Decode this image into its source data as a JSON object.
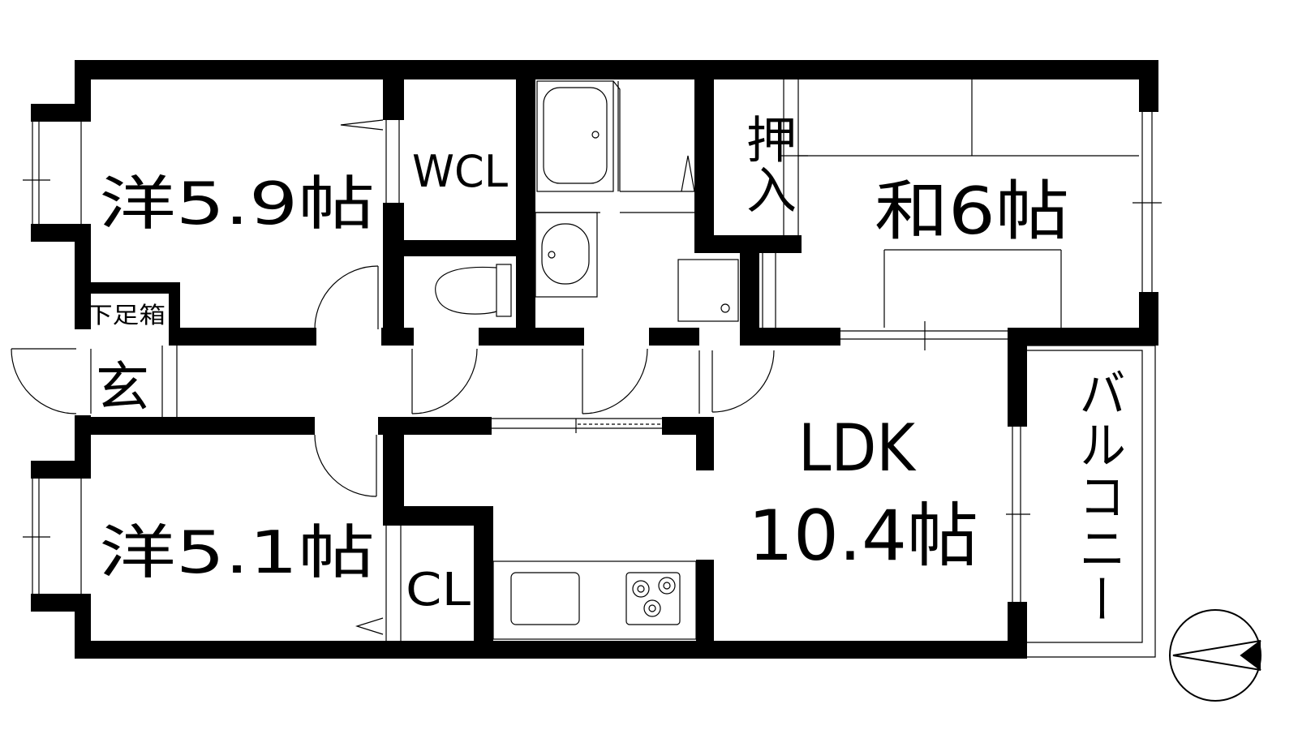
{
  "rooms": {
    "western_room_1": "洋5.9帖",
    "walk_in_closet": "WCL",
    "closet_oshiire": "押入",
    "japanese_room": "和6帖",
    "shoe_box": "下足箱",
    "entrance": "玄",
    "western_room_2": "洋5.1帖",
    "closet": "CL",
    "ldk_name": "LDK",
    "ldk_size": "10.4帖",
    "balcony": "バルコニー"
  }
}
